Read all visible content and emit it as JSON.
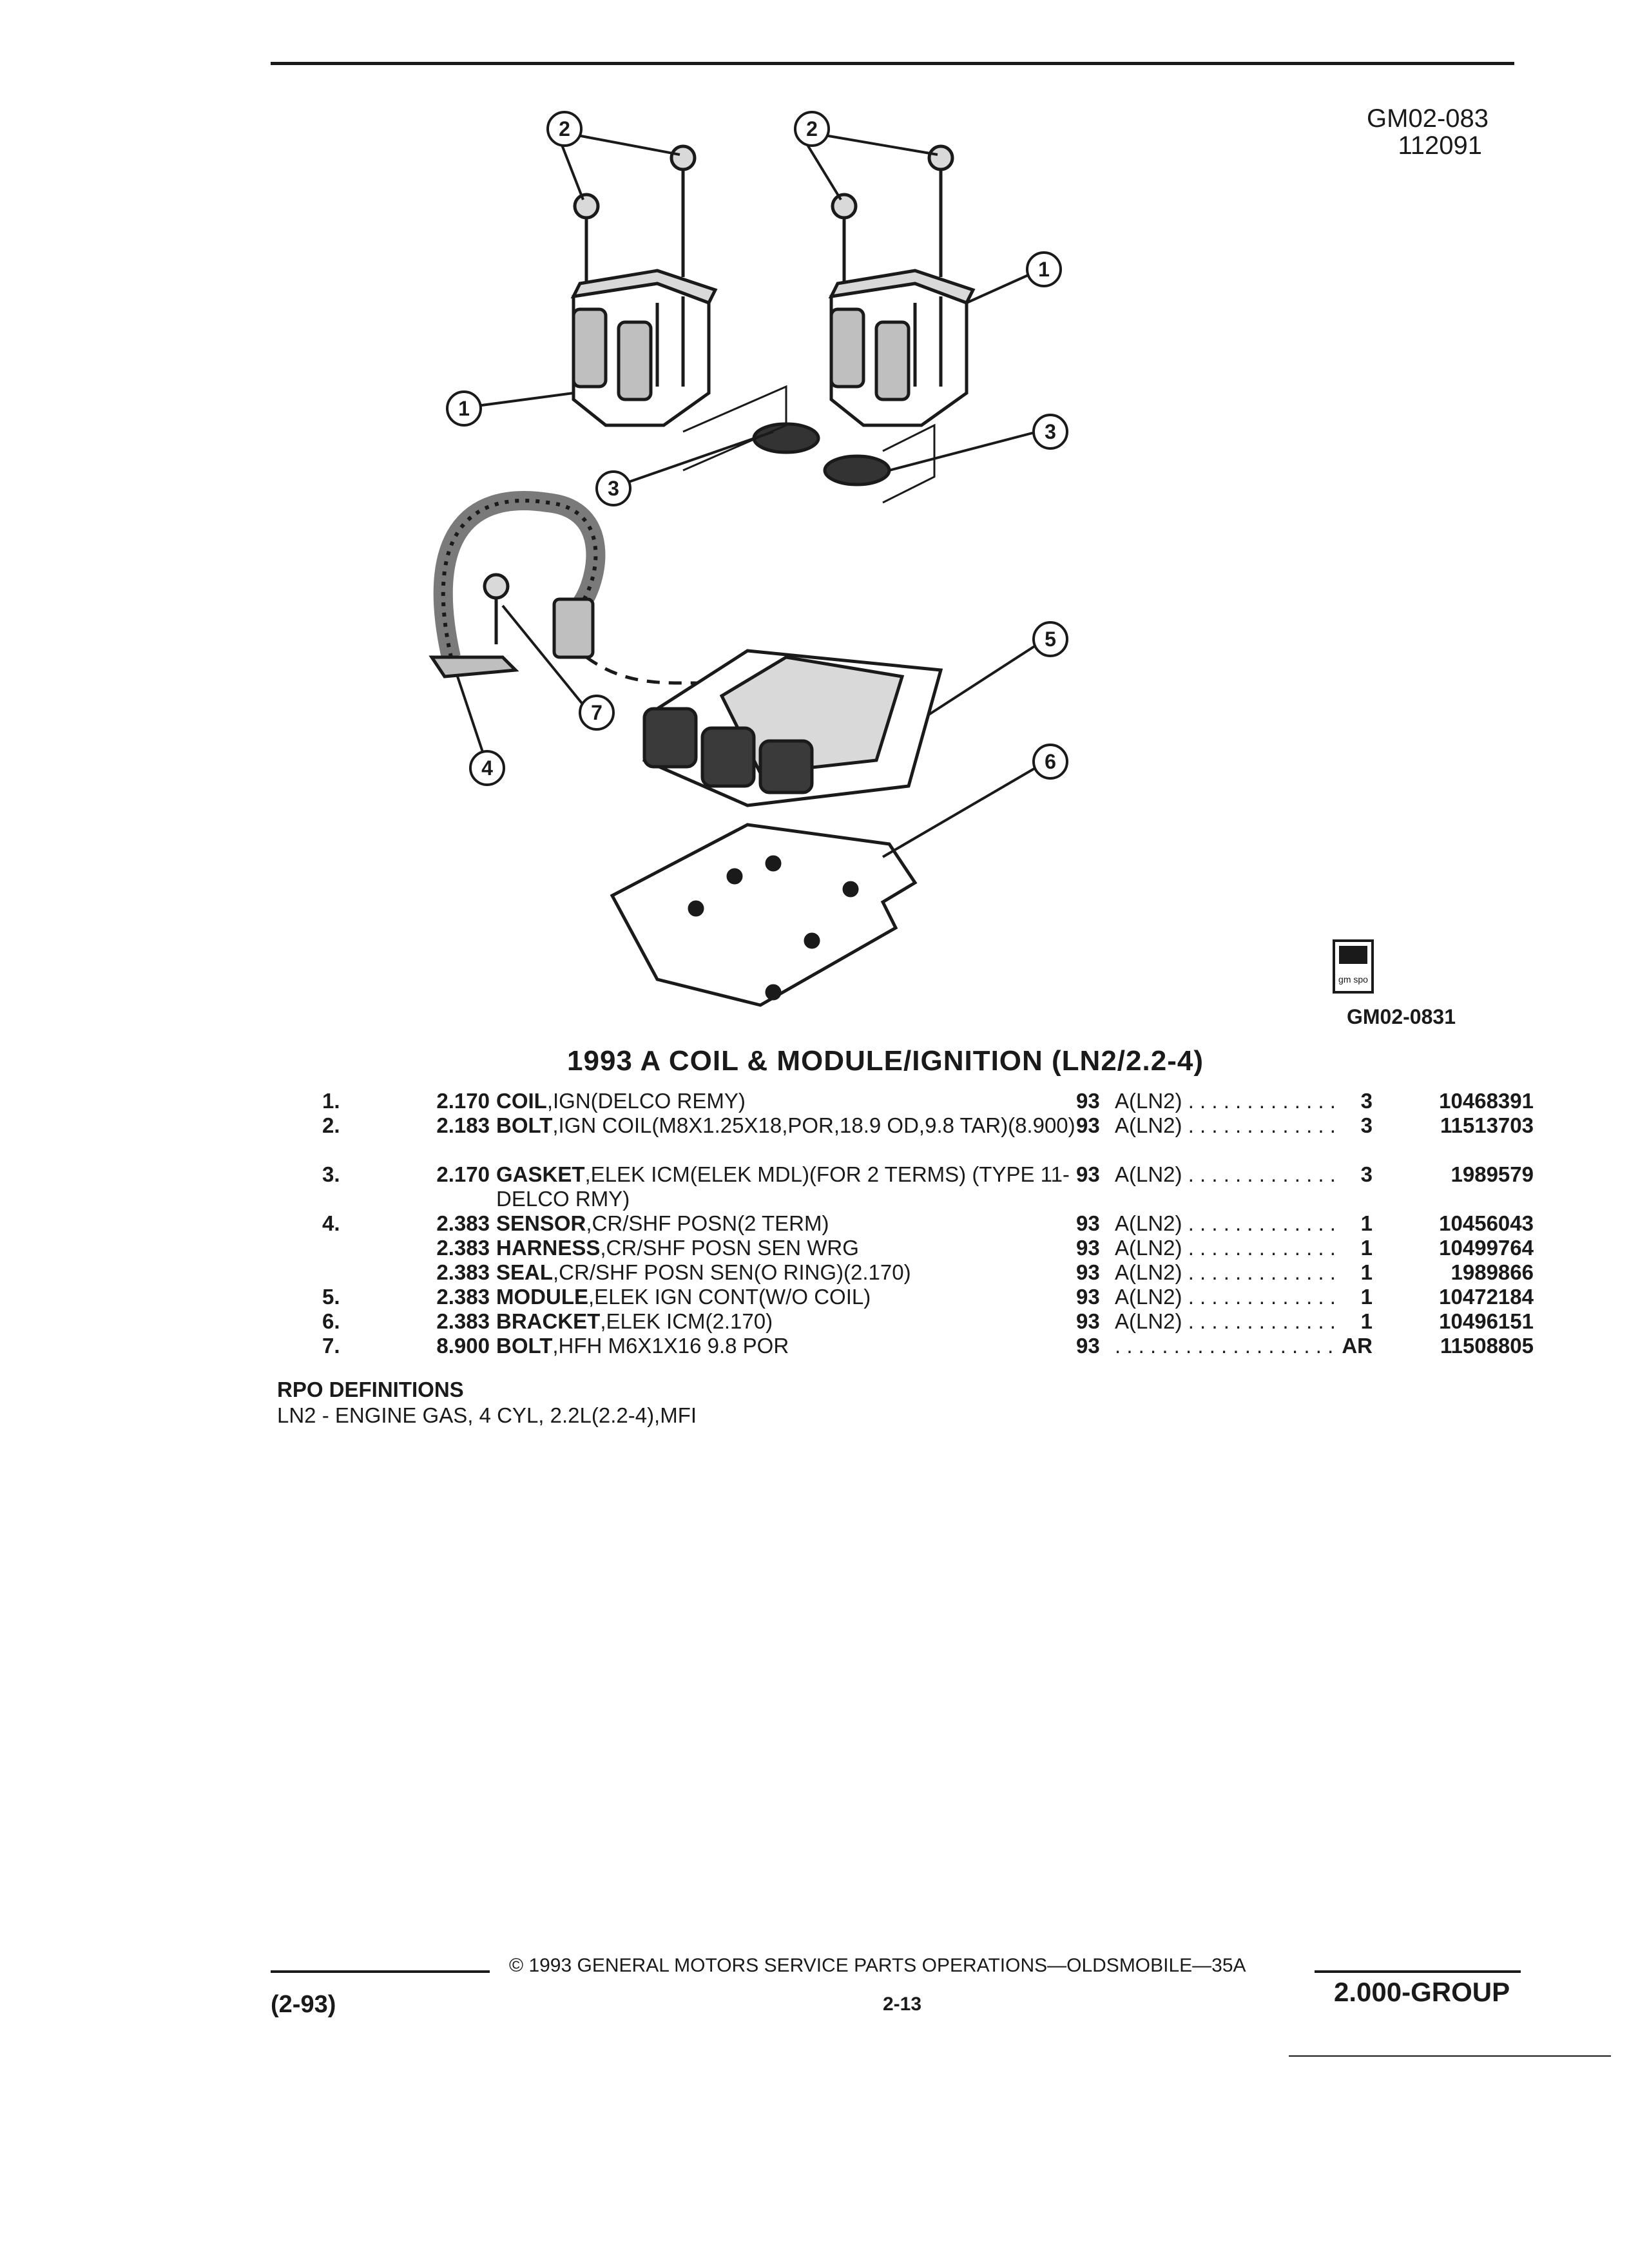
{
  "header": {
    "doc_id": "GM02-083",
    "date_code": "112091"
  },
  "figure": {
    "id": "GM02-0831",
    "callouts": [
      "1",
      "2",
      "3",
      "4",
      "5",
      "6",
      "7"
    ],
    "badge_text": "gm spo"
  },
  "title": "1993 A COIL & MODULE/IGNITION (LN2/2.2-4)",
  "parts": [
    {
      "no": "1.",
      "group": "2.170",
      "name": "COIL",
      "desc": ",IGN(DELCO REMY)",
      "year": "93",
      "app": "A(LN2)",
      "qty": "3",
      "part_no": "10468391"
    },
    {
      "no": "2.",
      "group": "2.183",
      "name": "BOLT",
      "desc": ",IGN COIL(M8X1.25X18,POR,18.9 OD,9.8 TAR)(8.900)",
      "year": "93",
      "app": "A(LN2)",
      "qty": "3",
      "part_no": "11513703"
    },
    {
      "no": "3.",
      "group": "2.170",
      "name": "GASKET",
      "desc": ",ELEK ICM(ELEK MDL)(FOR 2 TERMS) (TYPE 11-DELCO RMY)",
      "year": "93",
      "app": "A(LN2)",
      "qty": "3",
      "part_no": "1989579"
    },
    {
      "no": "4.",
      "group": "2.383",
      "name": "SENSOR",
      "desc": ",CR/SHF POSN(2 TERM)",
      "year": "93",
      "app": "A(LN2)",
      "qty": "1",
      "part_no": "10456043"
    },
    {
      "no": "",
      "group": "2.383",
      "name": "HARNESS",
      "desc": ",CR/SHF POSN SEN WRG",
      "year": "93",
      "app": "A(LN2)",
      "qty": "1",
      "part_no": "10499764"
    },
    {
      "no": "",
      "group": "2.383",
      "name": "SEAL",
      "desc": ",CR/SHF POSN SEN(O RING)(2.170)",
      "year": "93",
      "app": "A(LN2)",
      "qty": "1",
      "part_no": "1989866"
    },
    {
      "no": "5.",
      "group": "2.383",
      "name": "MODULE",
      "desc": ",ELEK IGN CONT(W/O COIL)",
      "year": "93",
      "app": "A(LN2)",
      "qty": "1",
      "part_no": "10472184"
    },
    {
      "no": "6.",
      "group": "2.383",
      "name": "BRACKET",
      "desc": ",ELEK ICM(2.170)",
      "year": "93",
      "app": "A(LN2)",
      "qty": "1",
      "part_no": "10496151"
    },
    {
      "no": "7.",
      "group": "8.900",
      "name": "BOLT",
      "desc": ",HFH M6X1X16 9.8 POR",
      "year": "93",
      "app": "",
      "qty": "AR",
      "part_no": "11508805"
    }
  ],
  "rpo": {
    "heading": "RPO DEFINITIONS",
    "definition": "LN2 - ENGINE GAS, 4 CYL, 2.2L(2.2-4),MFI"
  },
  "footer": {
    "copyright": "© 1993 GENERAL MOTORS SERVICE PARTS OPERATIONS—OLDSMOBILE—35A",
    "revision": "(2-93)",
    "page": "2-13",
    "group": "2.000-GROUP"
  }
}
